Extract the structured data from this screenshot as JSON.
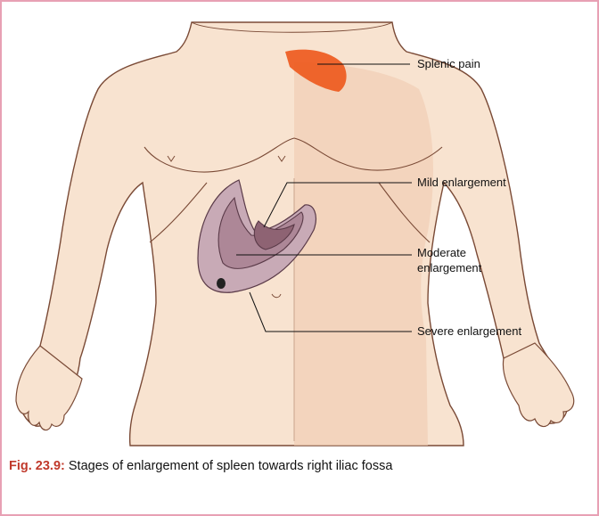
{
  "labels": {
    "splenic_pain": "Splenic pain",
    "mild": "Mild enlargement",
    "moderate_line1": "Moderate",
    "moderate_line2": "enlargement",
    "severe": "Severe enlargement"
  },
  "caption": {
    "number": "Fig. 23.9:",
    "text": "Stages of enlargement of spleen towards right iliac fossa"
  },
  "colors": {
    "skin": "#f8e3d0",
    "skin_shadow": "#efcdb2",
    "skin_outline": "#7a4a36",
    "pain": "#ee5a1e",
    "spleen_outer": "#c8aab6",
    "spleen_mid": "#ad8797",
    "spleen_inner": "#8e6373",
    "frame": "#e8a0b4"
  }
}
